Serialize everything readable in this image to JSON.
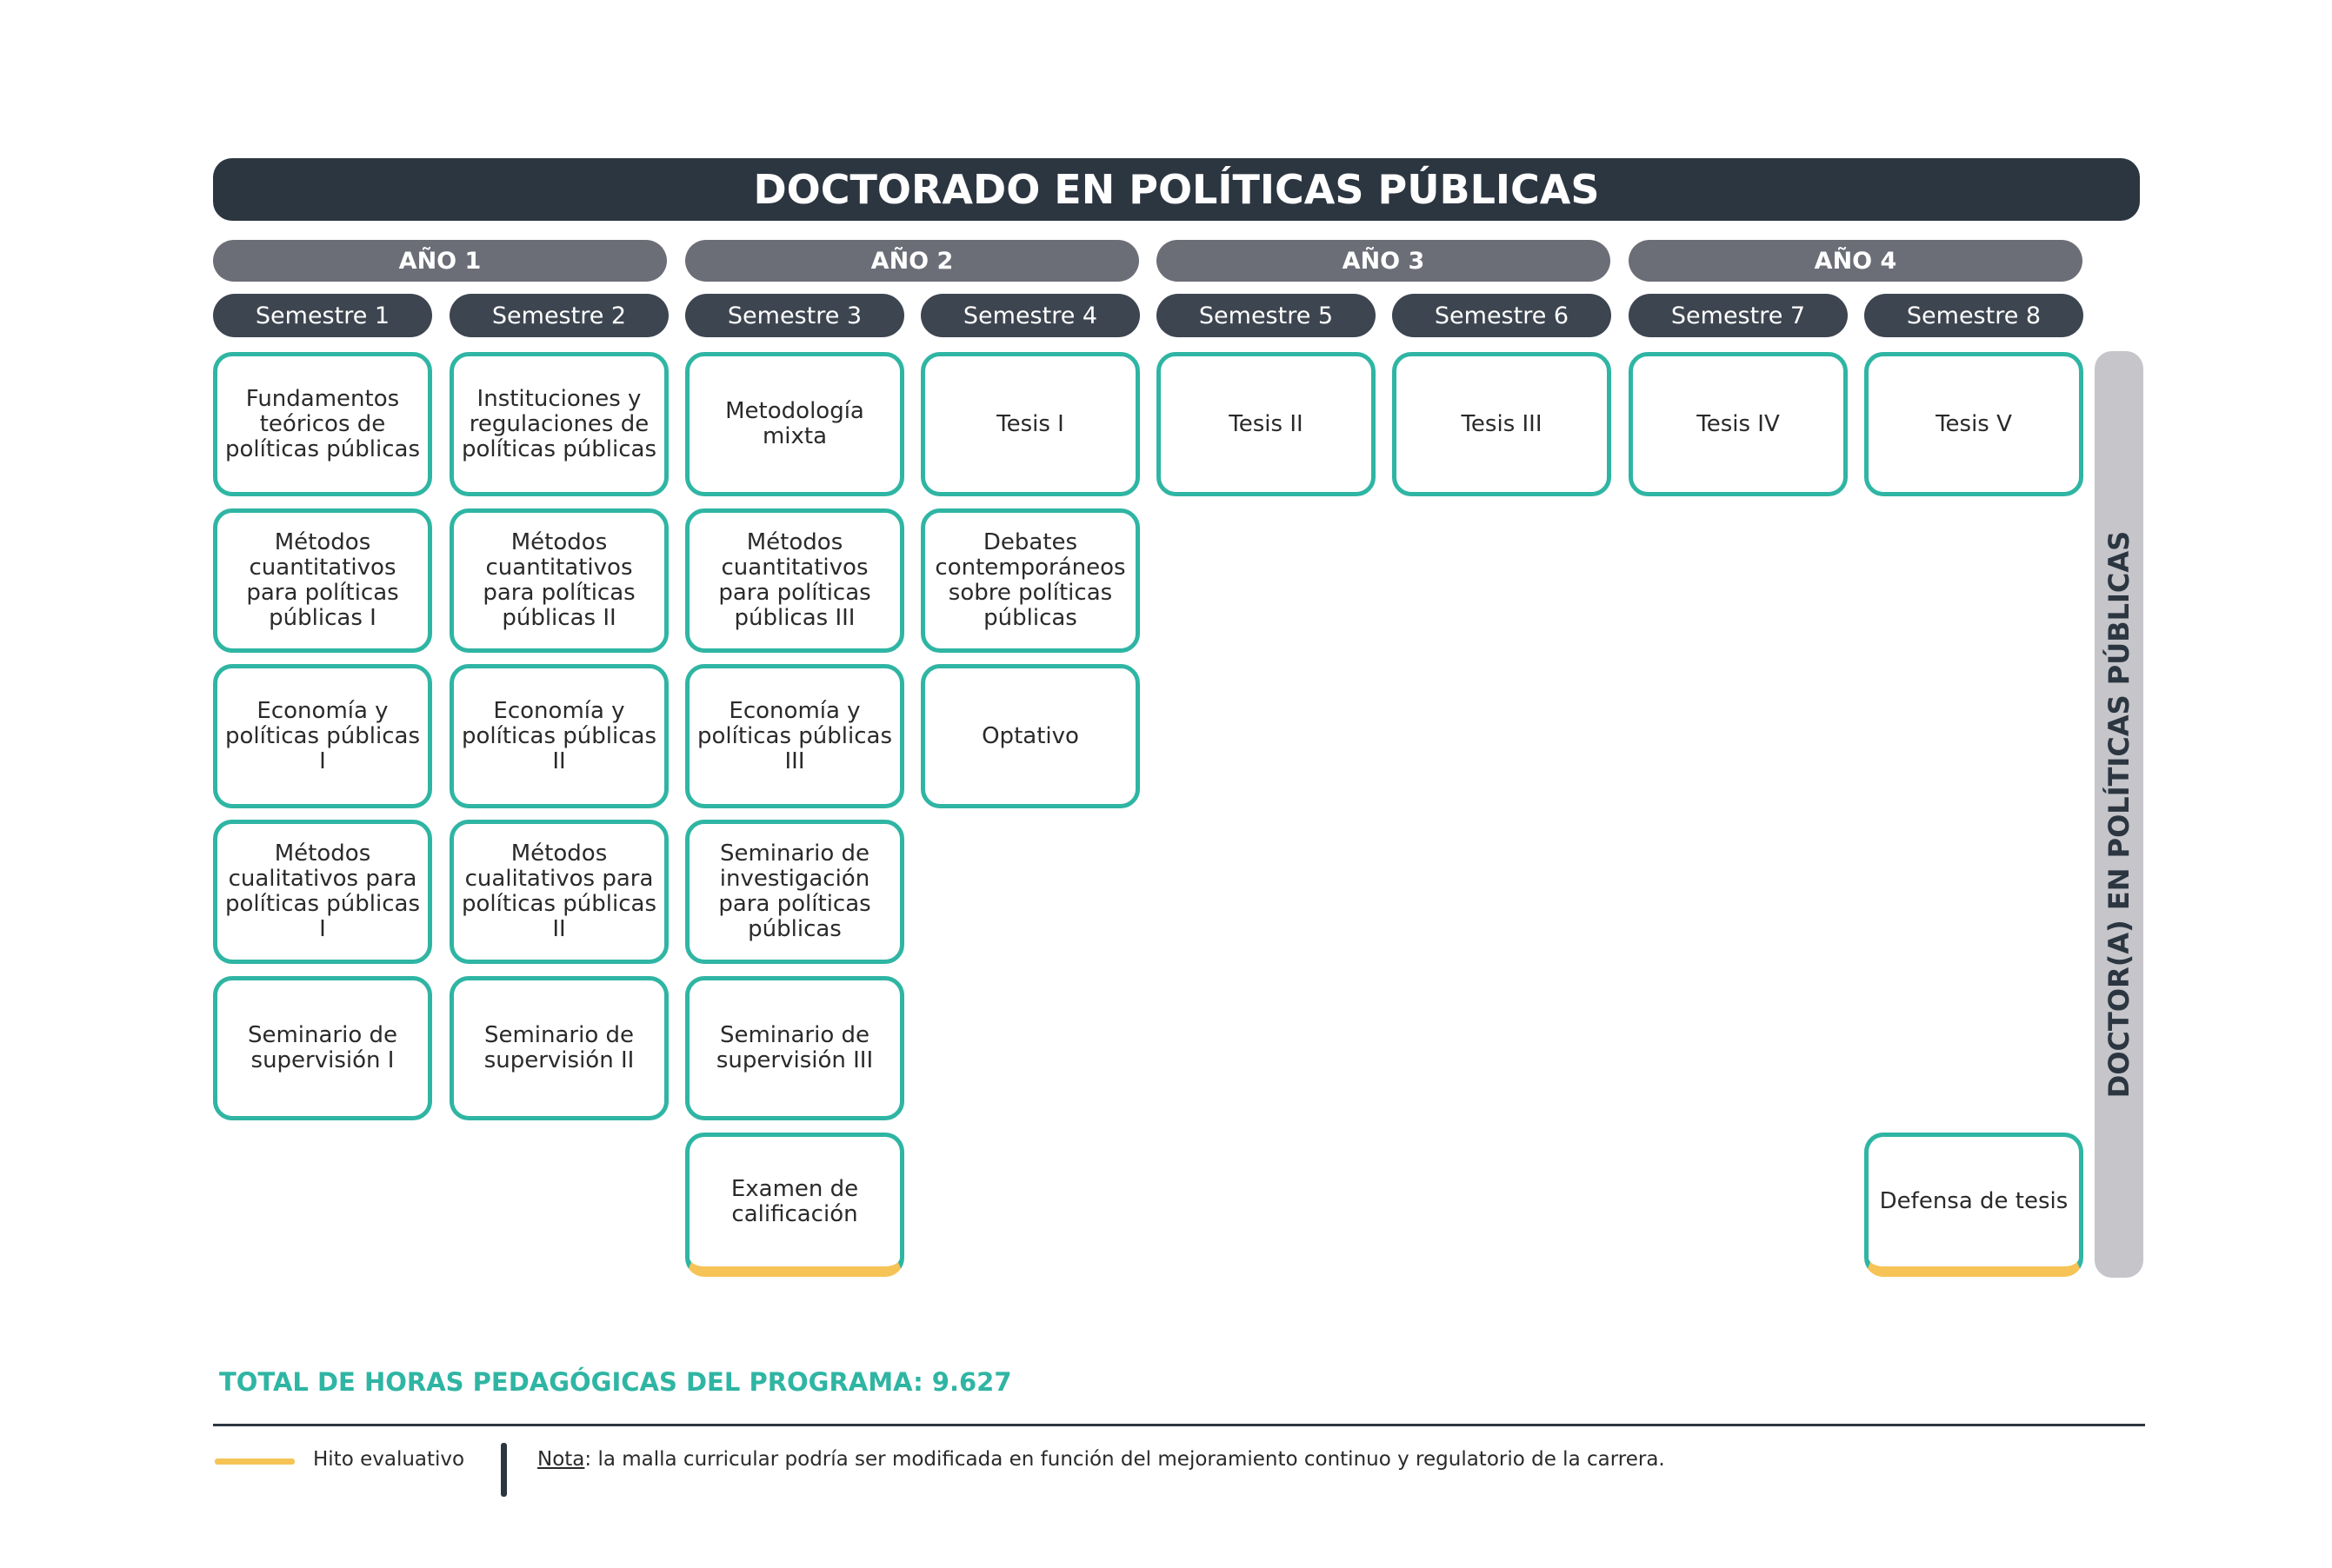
{
  "title": "DOCTORADO EN POLÍTICAS PÚBLICAS",
  "years": [
    "AÑO 1",
    "AÑO 2",
    "AÑO 3",
    "AÑO 4"
  ],
  "semesters": [
    "Semestre 1",
    "Semestre 2",
    "Semestre 3",
    "Semestre 4",
    "Semestre 5",
    "Semestre 6",
    "Semestre 7",
    "Semestre 8"
  ],
  "courses": {
    "s1": [
      "Fundamentos teóricos de políticas públicas",
      "Métodos cuantitativos para políticas públicas I",
      "Economía y políticas públicas I",
      "Métodos cualitativos para políticas públicas I",
      "Seminario de supervisión I"
    ],
    "s2": [
      "Instituciones y regulaciones de políticas públicas",
      "Métodos cuantitativos para políticas públicas II",
      "Economía y políticas públicas II",
      "Métodos cualitativos para políticas públicas II",
      "Seminario de supervisión II"
    ],
    "s3": [
      "Metodología mixta",
      "Métodos cuantitativos para políticas públicas III",
      "Economía y políticas públicas III",
      "Seminario de investigación para políticas públicas",
      "Seminario de supervisión III",
      "Examen de calificación"
    ],
    "s4": [
      "Tesis I",
      "Debates contemporáneos sobre políticas públicas",
      "Optativo"
    ],
    "s5": [
      "Tesis II"
    ],
    "s6": [
      "Tesis III"
    ],
    "s7": [
      "Tesis IV"
    ],
    "s8": [
      "Tesis V",
      "Defensa de tesis"
    ]
  },
  "degree": "DOCTOR(A) EN POLÍTICAS PÚBLICAS",
  "total": "TOTAL DE HORAS PEDAGÓGICAS DEL PROGRAMA: 9.627",
  "legend": {
    "milestone_label": "Hito evaluativo",
    "milestone_color": "#f6c356"
  },
  "note": {
    "label": "Nota",
    "text": ": la malla curricular podría ser modificada en función del mejoramiento continuo y regulatorio de la carrera."
  },
  "colors": {
    "box_border": "#2fb5a3",
    "title_bg": "#2c3641",
    "year_bg": "#6c6e77",
    "semester_bg": "#3d4550"
  }
}
